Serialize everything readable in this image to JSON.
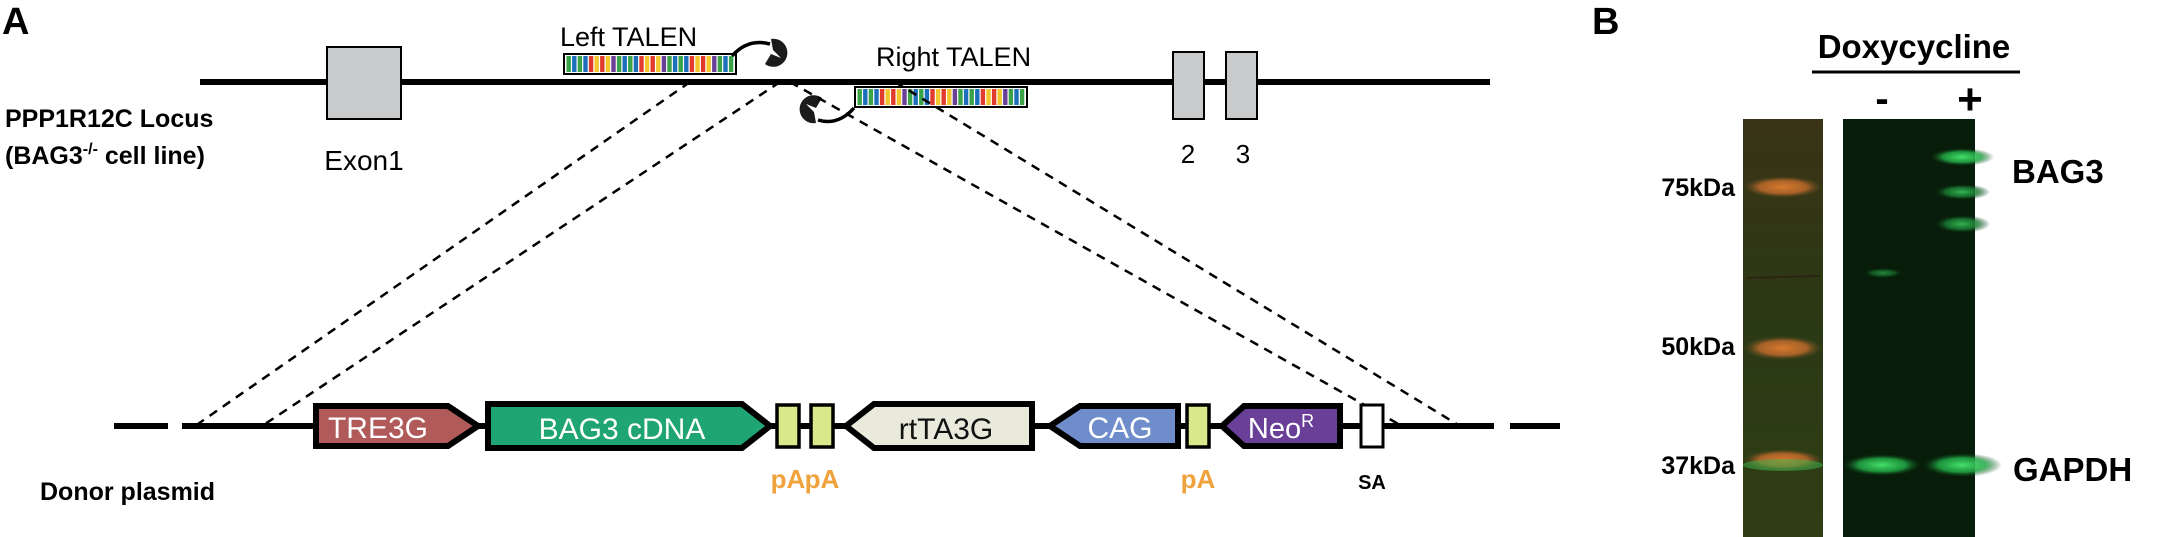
{
  "panel_a": {
    "label": "A",
    "locus_label_line1": "PPP1R12C Locus",
    "locus_label_line2_a": "(BAG3",
    "locus_label_line2_sup": "-/-",
    "locus_label_line2_b": " cell line)",
    "exon1_label": "Exon1",
    "exon2_label": "2",
    "exon3_label": "3",
    "left_talen_label": "Left TALEN",
    "right_talen_label": "Right TALEN",
    "donor_label": "Donor plasmid",
    "elements": {
      "tre3g": "TRE3G",
      "bag3_cdna": "BAG3 cDNA",
      "pa1": "pA",
      "pa2": "pA",
      "rtta3g": "rtTA3G",
      "cag": "CAG",
      "pa3": "pA",
      "neo": "Neo",
      "neo_sup": "R",
      "sa": "SA"
    },
    "colors": {
      "tre3g": "#b05a5a",
      "bag3_cdna": "#1fa574",
      "pa": "#d9e88a",
      "rtta3g": "#e9e9dc",
      "cag": "#6f8dca",
      "neo": "#6a3f98",
      "exon": "#c8cacc",
      "pa_text": "#f0a23c"
    }
  },
  "panel_b": {
    "label": "B",
    "title": "Doxycycline",
    "lane_minus": "-",
    "lane_plus": "+",
    "mw_75": "75kDa",
    "mw_50": "50kDa",
    "mw_37": "37kDa",
    "band_bag3": "BAG3",
    "band_gapdh": "GAPDH"
  }
}
